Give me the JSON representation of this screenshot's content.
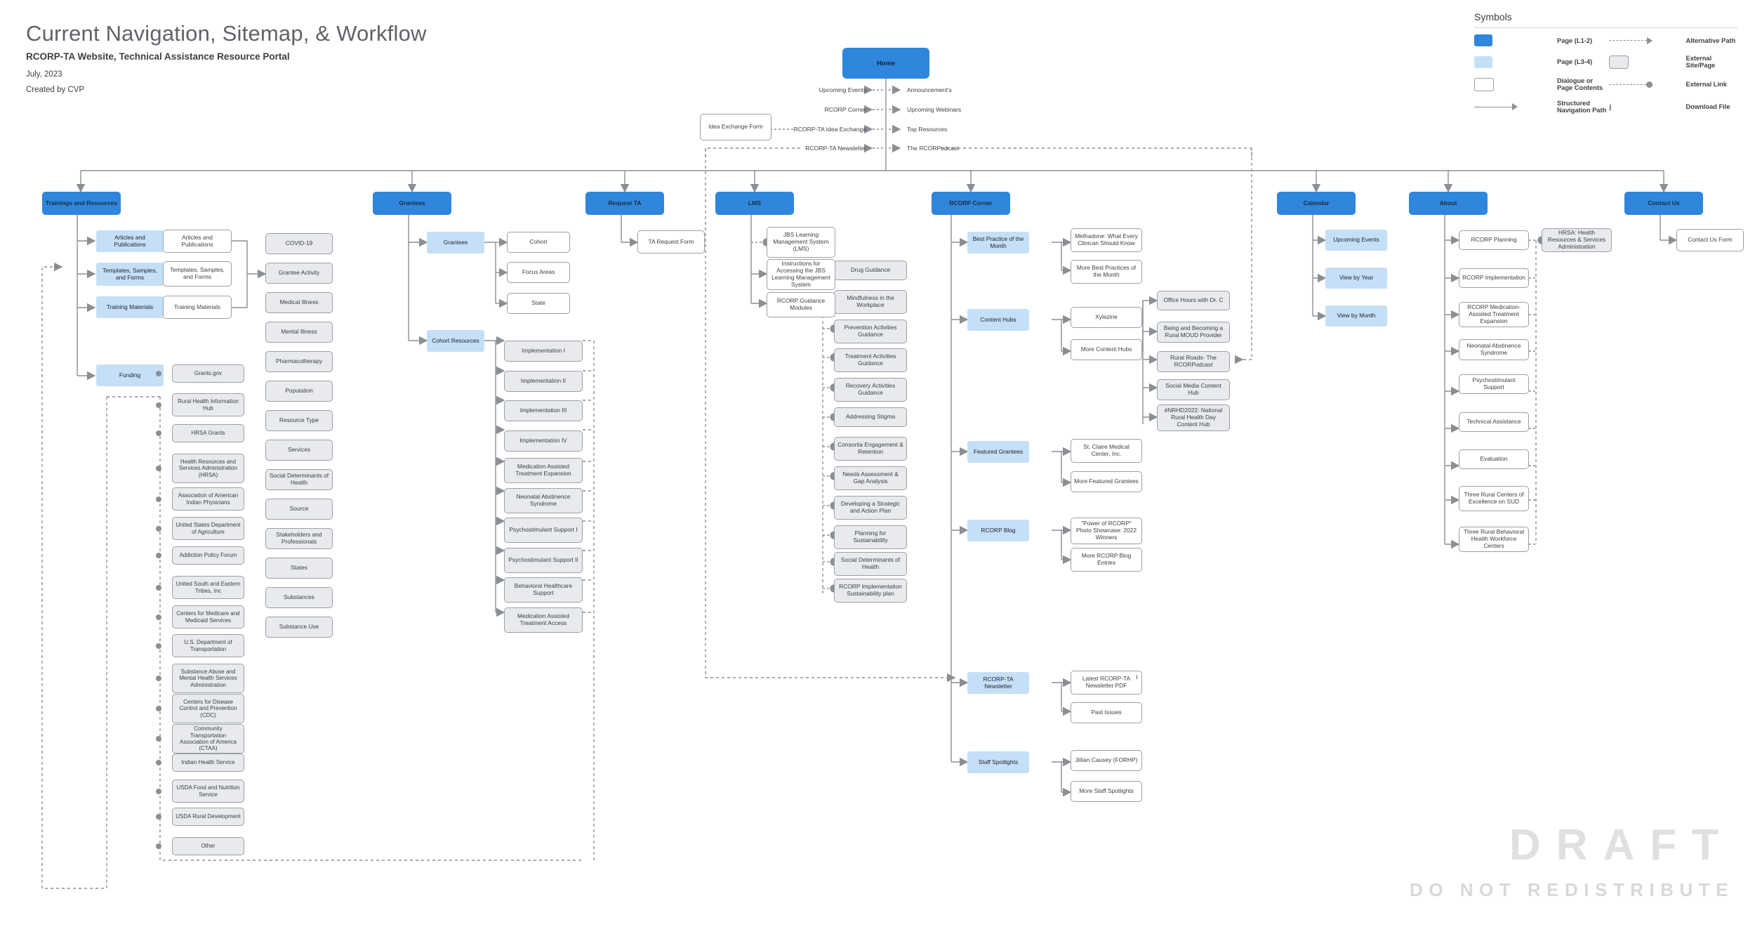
{
  "header": {
    "title": "Current Navigation, Sitemap, & Workflow",
    "subtitle": "RCORP-TA Website, Technical Assistance Resource Portal",
    "date": "July, 2023",
    "author": "Created by CVP"
  },
  "legend": {
    "title": "Symbols",
    "items": [
      {
        "label": "Page (L1-2)",
        "symbol": "blue-swatch"
      },
      {
        "label": "Alternative Path",
        "symbol": "dashed-arrow"
      },
      {
        "label": "Page (L3-4)",
        "symbol": "light-blue-swatch"
      },
      {
        "label": "External Site/Page",
        "symbol": "gray-rounded-swatch"
      },
      {
        "label": "Dialogue or Page Contents",
        "symbol": "white-swatch"
      },
      {
        "label": "External Link",
        "symbol": "dashed-dot"
      },
      {
        "label": "Structured Navigation Path",
        "symbol": "solid-arrow"
      },
      {
        "label": "Download File",
        "symbol": "download-icon"
      }
    ]
  },
  "colors": {
    "page_l1_2": "#2f86dc",
    "page_l3_4": "#c5dff7",
    "dialogue": "#ffffff",
    "external": "#e8eaed",
    "connector": "#8a8f94",
    "watermark": "#e0e0e0"
  },
  "home": {
    "label": "Home"
  },
  "home_links": {
    "left": [
      "Upcoming Events",
      "RCORP Corner",
      "RCORP-TA Idea Exchange",
      "RCORP-TA Newsletter"
    ],
    "right": [
      "Announcement's",
      "Upcoming Webinars",
      "Top Resources",
      "The RCORPodcast"
    ],
    "idea_exchange_form": "Idea Exchange Form"
  },
  "top_nav": [
    {
      "label": "Trainings and Resources"
    },
    {
      "label": "Grantees"
    },
    {
      "label": "Request TA"
    },
    {
      "label": "LMS"
    },
    {
      "label": "RCORP Corner"
    },
    {
      "label": "Calendar"
    },
    {
      "label": "About"
    },
    {
      "label": "Contact Us"
    }
  ],
  "trainings": {
    "l34": [
      "Articles and Publications",
      "Templates, Samples, and Forms",
      "Training Materials",
      "Funding"
    ],
    "dialogs": [
      "Articles and Publications",
      "Templates, Samples, and Forms",
      "Training Materials"
    ],
    "filters": [
      "COVID-19",
      "Grantee Activity",
      "Medical Illness",
      "Mental Illness",
      "Pharmacotherapy",
      "Population",
      "Resource Type",
      "Services",
      "Social Determinants of Health",
      "Source",
      "Stakeholders and Professionals",
      "States",
      "Substances",
      "Substance Use"
    ],
    "funding_links": [
      "Grants.gov",
      "Rural Health Information Hub",
      "HRSA Grants",
      "Health Resources and Services Administration (HRSA)",
      "Association of American Indian Physicians",
      "United States Department of Agriculture",
      "Addiction Policy Forum",
      "United South and Eastern Tribes, Inc",
      "Centers for Medicare and Medicaid Services",
      "U.S. Department of Transportation",
      "Substance Abuse and Mental Health Services Administration",
      "Centers for Disease Control and Prevention (CDC)",
      "Community Transportation Association of America (CTAA)",
      "Indian Health Service",
      "USDA Food and Nutrition Service",
      "USDA Rural Development",
      "Other"
    ]
  },
  "grantees": {
    "l34": [
      "Grantees",
      "Cohort Resources"
    ],
    "grantee_filters": [
      "Cohort",
      "Focus Areas",
      "State"
    ],
    "cohort_resources": [
      "Implementation I",
      "Implementation II",
      "Implementation III",
      "Implementation IV",
      "Medication Assisted Treatment Expansion",
      "Neonatal Abstinence Syndrome",
      "Psychostimulant Support I",
      "Psychostimulant Support II",
      "Behavioral Healthcare Support",
      "Medication Assisted Treatment Access"
    ]
  },
  "request_ta": {
    "form": "TA Request Form"
  },
  "lms": {
    "items": [
      "JBS Learning Management System (LMS)",
      "Instructions for Accessing the JBS Learning Management System",
      "RCORP Guidance Modules"
    ],
    "guidance_modules": [
      "Drug Guidance",
      "Mindfulness in the Workplace",
      "Prevention Activities Guidance",
      "Treatment Activities Guidance",
      "Recovery Activities Guidance",
      "Addressing Stigma",
      "Consortia Engagement & Retention",
      "Needs Assessment & Gap Analysis",
      "Developing a Strategic and Action Plan",
      "Planning for Sustainability",
      "Social Determinants of Health",
      "RCORP Implementation Sustainability plan"
    ]
  },
  "rcorp_corner": {
    "sections": [
      {
        "label": "Best Practice of the Month",
        "children": [
          "Methadone: What Every Clinican Should Know",
          "More Best Practices of the Month"
        ]
      },
      {
        "label": "Content Hubs",
        "children": [
          "Xylazine",
          "More Content Hubs"
        ]
      },
      {
        "label": "Featured Grantees",
        "children": [
          "St. Claire Medical Center, Inc.",
          "More Featured Grantees"
        ]
      },
      {
        "label": "RCORP Blog",
        "children": [
          "\"Power of RCORP\" Photo Showcase: 2022 Winners",
          "More RCORP Blog Entries"
        ]
      },
      {
        "label": "RCORP-TA Newsletter",
        "children": [
          "Latest RCORP-TA Newsletter PDF",
          "Past Issues"
        ]
      },
      {
        "label": "Staff Spotlights",
        "children": [
          "Jillian Causey (FORHP)",
          "More Staff Spotlights"
        ]
      }
    ],
    "content_hub_items": [
      "Office Hours with Dr. C",
      "Being and Becoming a Rural MOUD Provider",
      "Rural Roads- The RCORPodcast",
      "Social Media Content Hub",
      "#NRHD2022: National Rural Health Day Content Hub"
    ]
  },
  "calendar": {
    "items": [
      "Upcoming Events",
      "View by Year",
      "View by Month"
    ]
  },
  "about": {
    "items": [
      "RCORP Planning",
      "RCORP Implementation",
      "RCORP Medication-Assisted Treatment Expansion",
      "Neonatal Abstinence Syndrome",
      "Psychostimulant Support",
      "Technical Assistance",
      "Evaluation",
      "Three Rural Centers of Excellence on SUD",
      "Three Rural Behavioral Health Workforce Centers"
    ],
    "external": "HRSA: Health Resources & Services Administration"
  },
  "contact": {
    "form": "Contact Us Form"
  },
  "watermark": {
    "line1": "DRAFT",
    "line2": "DO NOT REDISTRIBUTE"
  }
}
